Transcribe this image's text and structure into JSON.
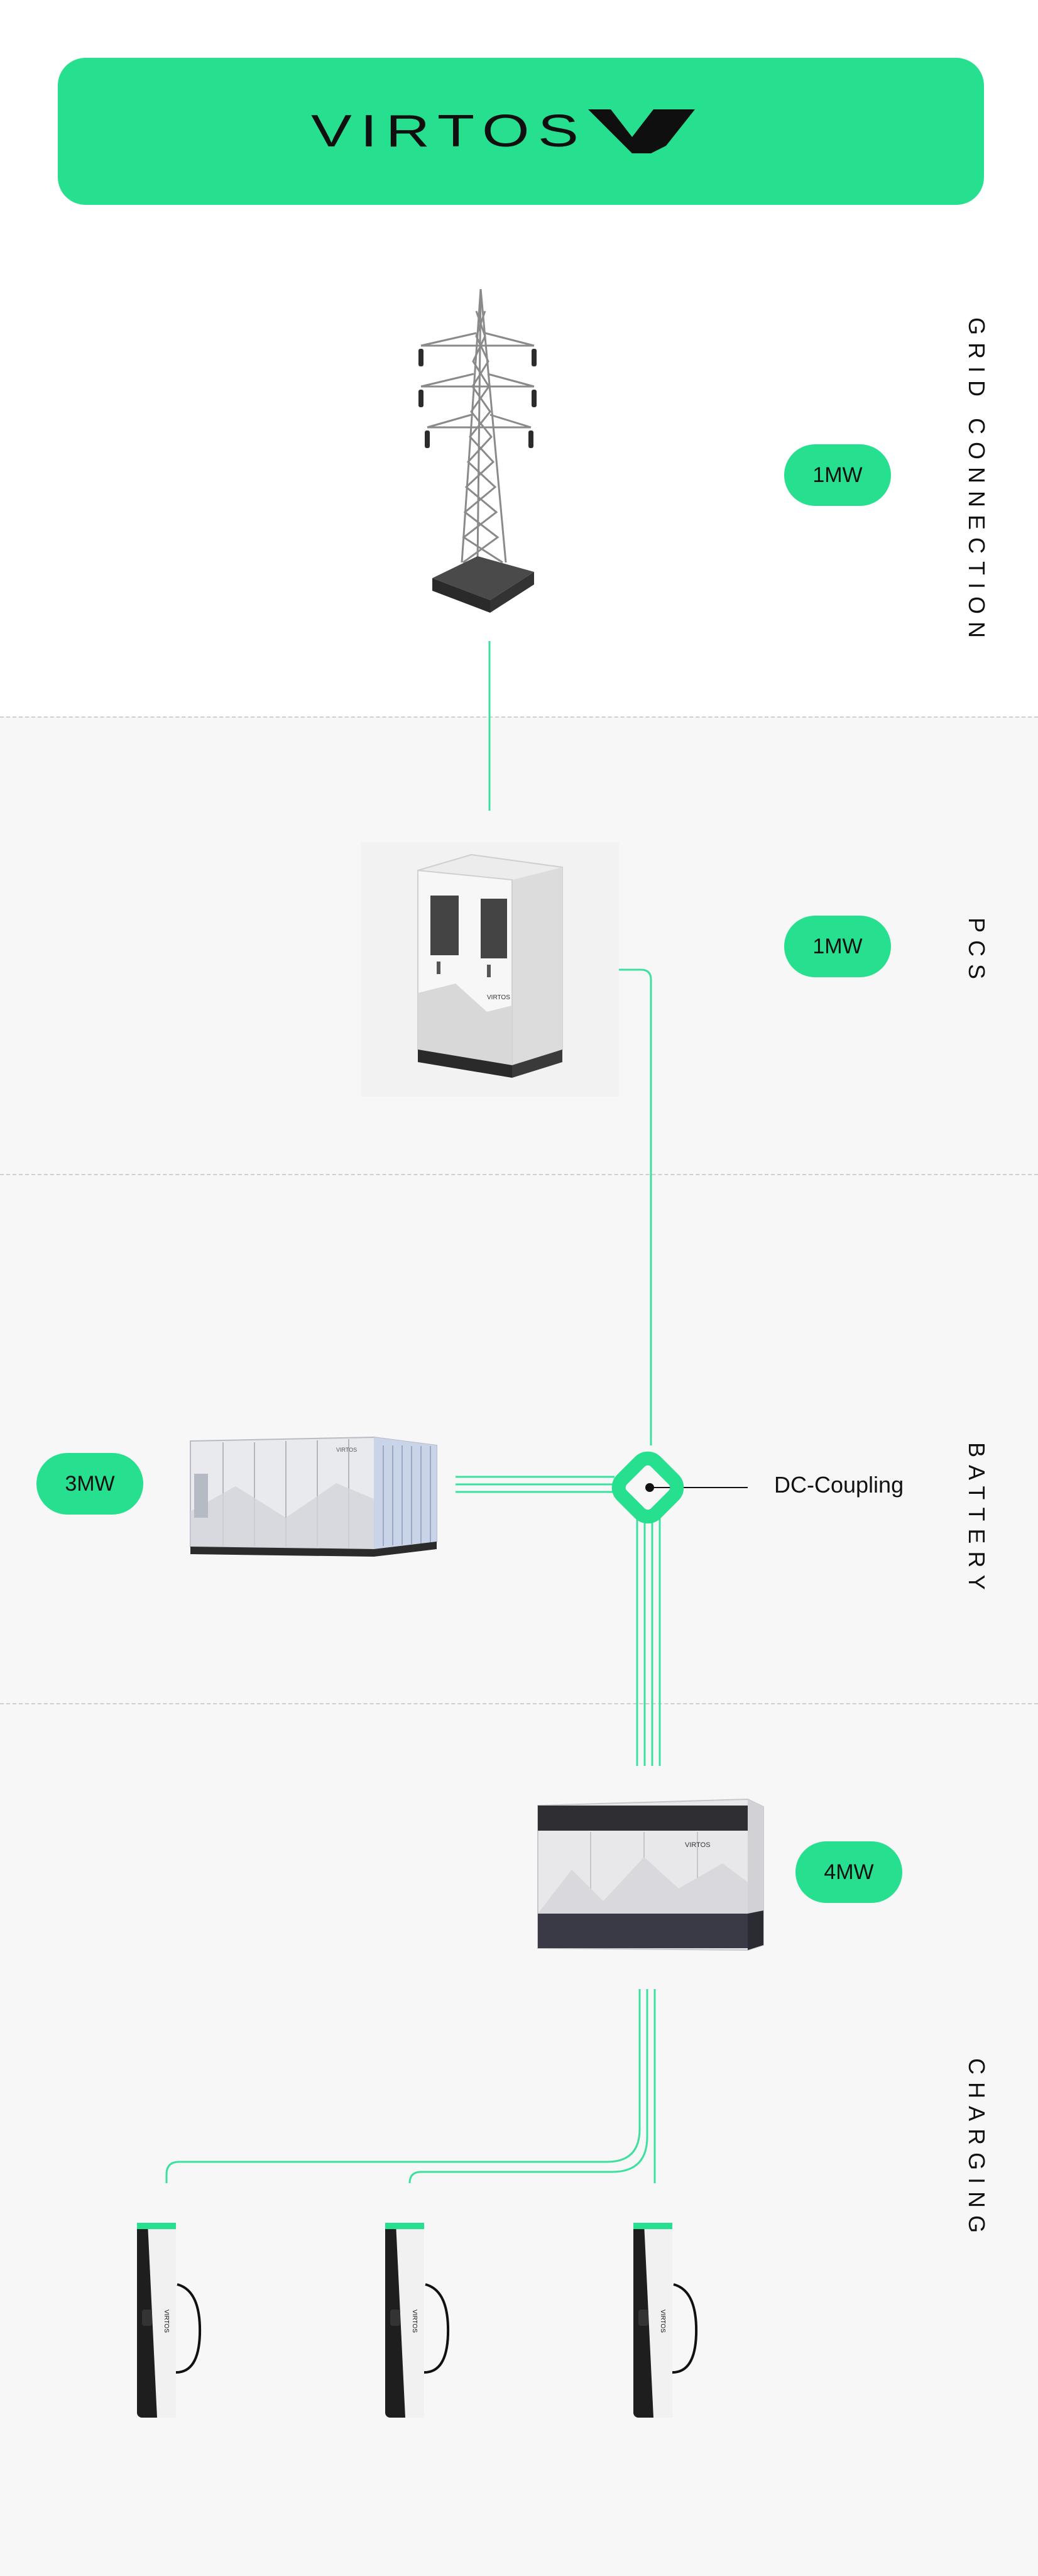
{
  "header": {
    "brand": "VIRTOS",
    "logo_icon": "virtos-v-mark-icon",
    "accent_color": "#26e08f"
  },
  "sections": [
    {
      "label": "GRID CONNECTION",
      "power": "1MW",
      "icon": "transmission-tower-icon"
    },
    {
      "label": "PCS",
      "power": "1MW",
      "icon": "pcs-cabinet-icon"
    },
    {
      "label": "BATTERY",
      "power": "3MW",
      "icon": "battery-container-icon"
    },
    {
      "label": "CHARGING",
      "power": "4MW",
      "icon": "power-cabinet-icon"
    }
  ],
  "coupling": {
    "label": "DC-Coupling",
    "icon": "dc-coupling-icon"
  },
  "chargers": [
    {
      "icon": "ev-charger-icon"
    },
    {
      "icon": "ev-charger-icon"
    },
    {
      "icon": "ev-charger-icon"
    }
  ],
  "charger_brand": "VIRTOS"
}
